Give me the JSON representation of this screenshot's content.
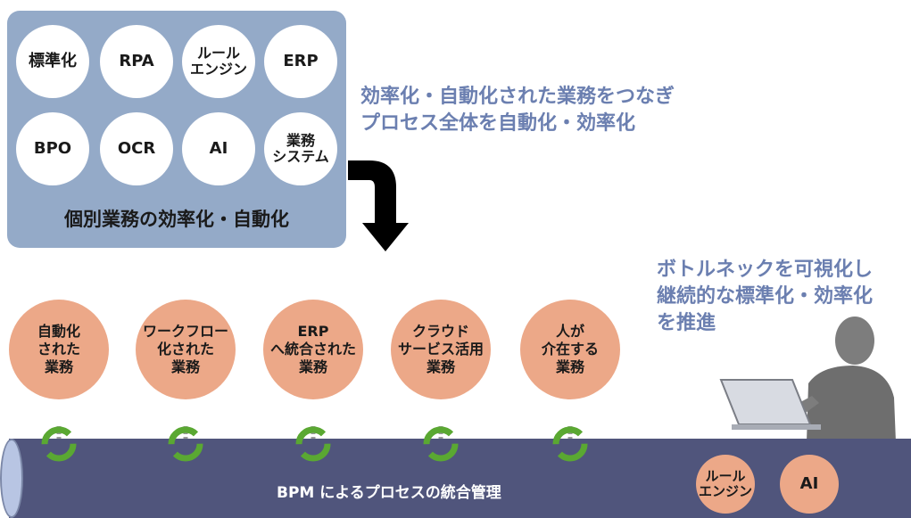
{
  "top_panel": {
    "tools": [
      {
        "label": "標準化"
      },
      {
        "label": "RPA"
      },
      {
        "label": "ルール\nエンジン"
      },
      {
        "label": "ERP"
      },
      {
        "label": "BPO"
      },
      {
        "label": "OCR"
      },
      {
        "label": "AI"
      },
      {
        "label": "業務\nシステム"
      }
    ],
    "caption": "個別業務の効率化・自動化"
  },
  "arrow_text": "効率化・自動化された業務をつなぎ\nプロセス全体を自動化・効率化",
  "person_text": "ボトルネックを可視化し\n継続的な標準化・効率化\nを推進",
  "processes": [
    {
      "label": "自動化\nされた\n業務"
    },
    {
      "label": "ワークフロー\n化された\n業務"
    },
    {
      "label": "ERP\nへ統合された\n業務"
    },
    {
      "label": "クラウド\nサービス活用\n業務"
    },
    {
      "label": "人が\n介在する\n業務"
    }
  ],
  "pipe": {
    "label": "BPM によるプロセスの統合管理",
    "tools": [
      {
        "label": "ルール\nエンジン"
      },
      {
        "label": "AI"
      }
    ]
  },
  "colors": {
    "panel": "#94aac8",
    "accent_text": "#6b7fb0",
    "process_circle": "#eca888",
    "pipe": "#50557c",
    "cycle_green": "#5aa832"
  }
}
